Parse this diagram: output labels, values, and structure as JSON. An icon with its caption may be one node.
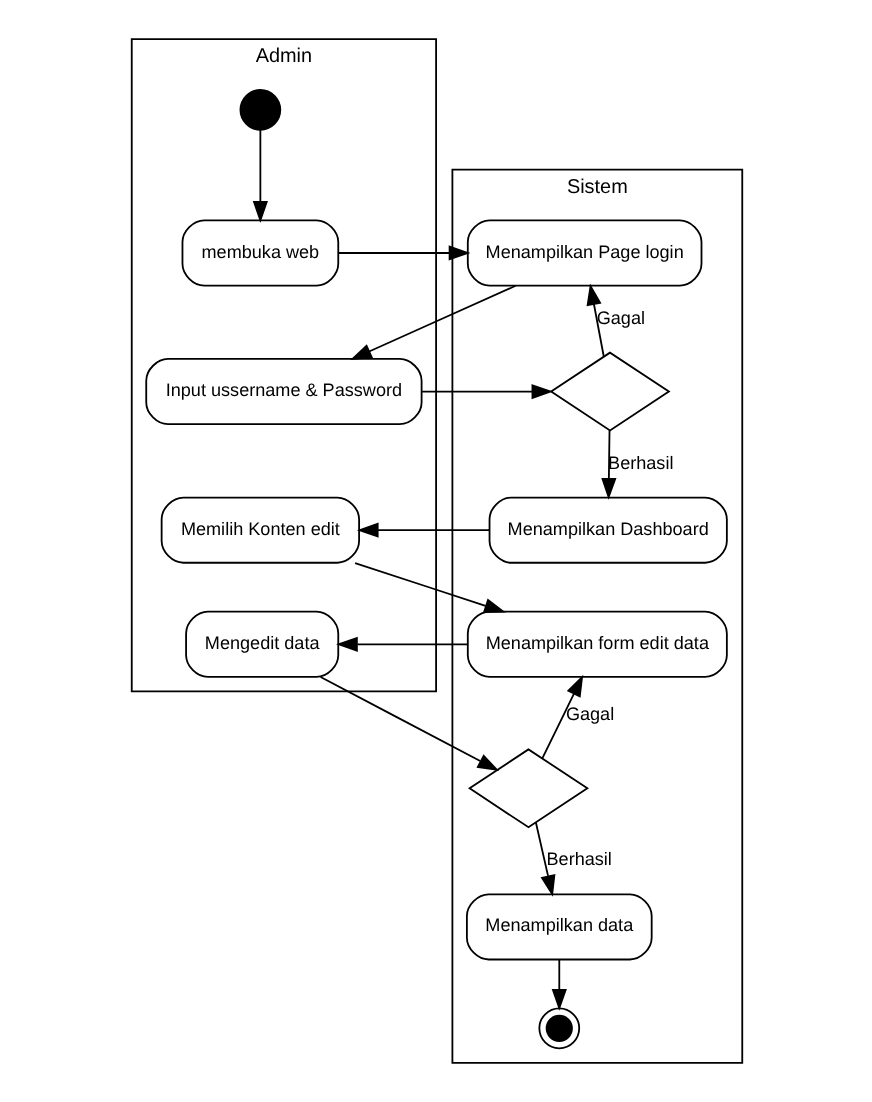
{
  "diagram": {
    "nodes": [
      {
        "text": [
          "Admin"
        ]
      },
      {
        "text": [
          "Sistem"
        ]
      },
      {
        "text": [],
        "shape": "circle",
        "in": 0
      },
      {
        "text": [
          "membuka web"
        ],
        "in": 0
      },
      {
        "text": [
          "Menampilkan Page login"
        ],
        "in": 1
      },
      {
        "text": [
          "Input ussername & Password"
        ],
        "in": 0
      },
      {
        "text": [],
        "shape": "diamond",
        "in": 1
      },
      {
        "text": [
          "Memilih Konten edit"
        ],
        "in": 0
      },
      {
        "text": [
          "Menampilkan Dashboard"
        ],
        "in": 1
      },
      {
        "text": [
          "Mengedit data"
        ],
        "in": 0
      },
      {
        "text": [
          "Menampilkan form edit data"
        ],
        "in": 1
      },
      {
        "text": [],
        "shape": "diamond",
        "in": 1
      },
      {
        "text": [
          "Menampilkan data"
        ],
        "in": 1
      },
      {
        "text": [],
        "shape": "bullseye",
        "in": 1
      }
    ],
    "edges": [
      {
        "from": 2,
        "to": 3,
        "arrow": "to"
      },
      {
        "from": 3,
        "to": 4,
        "arrow": "to"
      },
      {
        "from": 4,
        "to": 5,
        "arrow": "to"
      },
      {
        "from": 5,
        "to": 6,
        "arrow": "to"
      },
      {
        "from": 6,
        "to": 4,
        "arrow": "to",
        "label": "Gagal"
      },
      {
        "from": 6,
        "to": 8,
        "arrow": "to",
        "label": "Berhasil"
      },
      {
        "from": 8,
        "to": 7,
        "arrow": "to"
      },
      {
        "from": 7,
        "to": 10,
        "arrow": "to"
      },
      {
        "from": 10,
        "to": 9,
        "arrow": "to"
      },
      {
        "from": 9,
        "to": 11,
        "arrow": "to"
      },
      {
        "from": 11,
        "to": 10,
        "arrow": "to",
        "label": "Gagal"
      },
      {
        "from": 11,
        "to": 12,
        "arrow": "to",
        "label": "Berhasil"
      },
      {
        "from": 12,
        "to": 13,
        "arrow": "to"
      }
    ]
  }
}
